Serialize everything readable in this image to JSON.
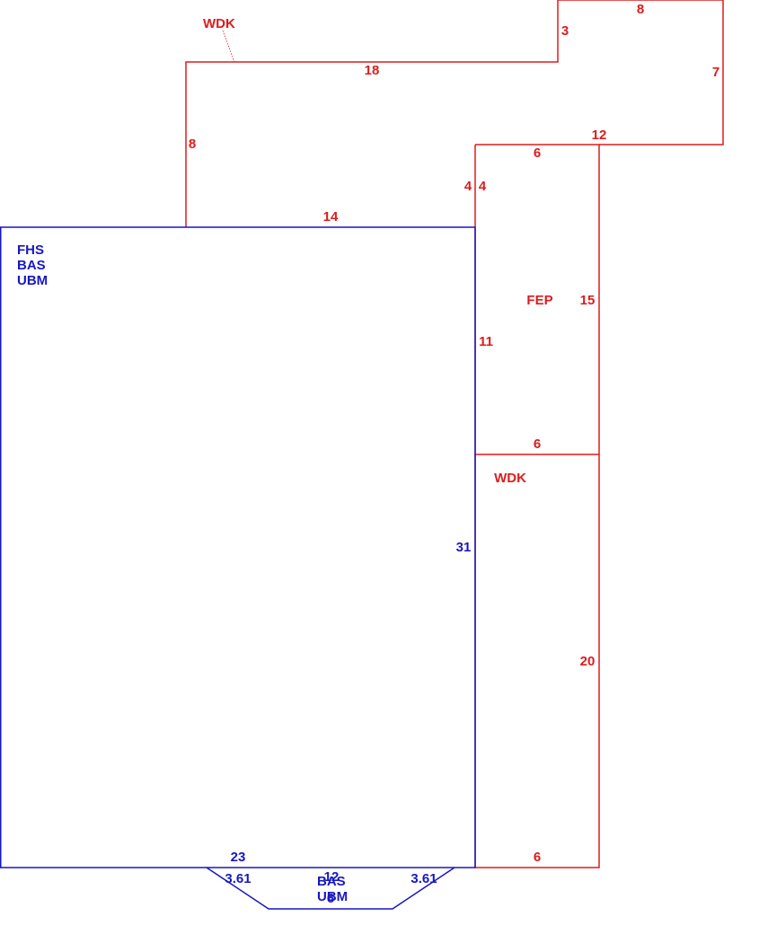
{
  "colors": {
    "red": "#dd1c1c",
    "blue": "#1717c4"
  },
  "deck_upper": {
    "code": "WDK",
    "dims": {
      "top_left": "18",
      "step": "3",
      "top_right": "8",
      "right": "7",
      "lower_right": "12",
      "left": "8",
      "bottom": "14",
      "inner": "4"
    }
  },
  "porch": {
    "code": "FEP",
    "dims": {
      "top": "6",
      "left": "4",
      "right": "15",
      "bottom": "6"
    }
  },
  "deck_lower": {
    "code": "WDK",
    "dims": {
      "right": "20",
      "bottom": "6"
    }
  },
  "main_house": {
    "codes": [
      "FHS",
      "BAS",
      "UBM"
    ],
    "dims": {
      "right_upper": "11",
      "right": "31",
      "bottom": "23"
    }
  },
  "bay": {
    "codes": [
      "BAS",
      "UBM"
    ],
    "dims": {
      "left": "3.61",
      "top": "12",
      "right": "3.61",
      "bottom": "6"
    }
  }
}
